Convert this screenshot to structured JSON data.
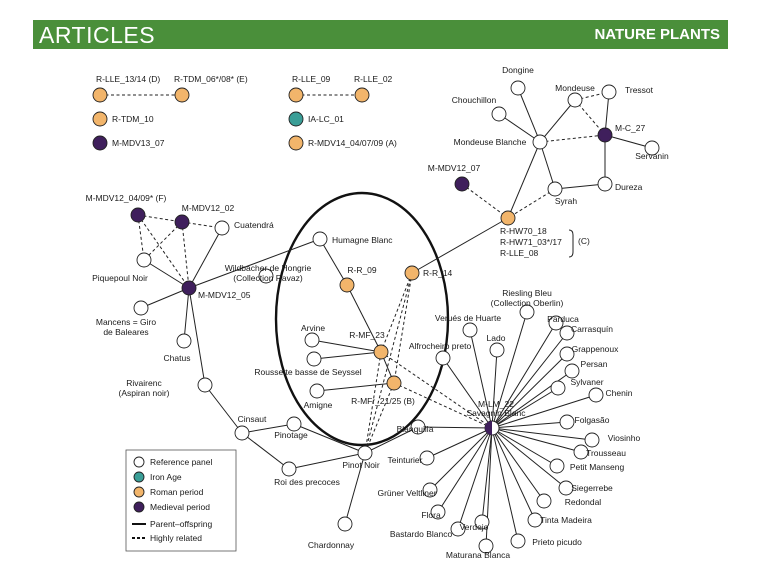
{
  "header": {
    "section": "ARTICLES",
    "journal": "NATURE PLANTS"
  },
  "colors": {
    "banner": "#4a8f3a",
    "reference": "#ffffff",
    "iron": "#3a9e97",
    "roman": "#f2b56b",
    "medieval": "#3f1f5c"
  },
  "legend": {
    "items": [
      {
        "type": "reference",
        "label": "Reference panel"
      },
      {
        "type": "iron",
        "label": "Iron Age"
      },
      {
        "type": "roman",
        "label": "Roman period"
      },
      {
        "type": "medieval",
        "label": "Medieval period"
      }
    ],
    "lines": [
      {
        "style": "solid",
        "label": "Parent–offspring"
      },
      {
        "style": "dashed",
        "label": "Highly related"
      }
    ]
  },
  "key": {
    "pairs": [
      {
        "a": "R-LLE_13/14 (D)",
        "b": "R-TDM_06*/08* (E)",
        "type": "roman"
      },
      {
        "a": "R-LLE_09",
        "b": "R-LLE_02",
        "type": "roman"
      }
    ],
    "singles": [
      {
        "label": "R-TDM_10",
        "type": "roman"
      },
      {
        "label": "M-MDV13_07",
        "type": "medieval"
      },
      {
        "label": "IA-LC_01",
        "type": "iron"
      },
      {
        "label": "R-MDV14_04/07/09 (A)",
        "type": "roman"
      }
    ]
  },
  "nodes": [
    {
      "id": "dongine",
      "label": "Dongine",
      "type": "reference"
    },
    {
      "id": "mondeuse",
      "label": "Mondeuse",
      "type": "reference"
    },
    {
      "id": "tressot",
      "label": "Tressot",
      "type": "reference"
    },
    {
      "id": "chouchillon",
      "label": "Chouchillon",
      "type": "reference"
    },
    {
      "id": "mc27",
      "label": "M-C_27",
      "type": "medieval"
    },
    {
      "id": "mondeuse_blanche",
      "label": "Mondeuse Blanche",
      "type": "reference"
    },
    {
      "id": "servanin",
      "label": "Servanin",
      "type": "reference"
    },
    {
      "id": "mmdv12_07",
      "label": "M-MDV12_07",
      "type": "medieval"
    },
    {
      "id": "dureza",
      "label": "Dureza",
      "type": "reference"
    },
    {
      "id": "syrah",
      "label": "Syrah",
      "type": "reference"
    },
    {
      "id": "rhw70",
      "label": "R-HW70_18",
      "type": "roman"
    },
    {
      "id": "rhw70_group",
      "label": "R-HW71_03*/17",
      "type": "group"
    },
    {
      "id": "rlle08",
      "label": "R-LLE_08",
      "type": "group"
    },
    {
      "id": "group_c",
      "label": "(C)",
      "type": "group"
    },
    {
      "id": "mmdv12_04",
      "label": "M-MDV12_04/09* (F)",
      "type": "medieval"
    },
    {
      "id": "mmdv12_02",
      "label": "M-MDV12_02",
      "type": "medieval"
    },
    {
      "id": "cuatendra",
      "label": "Cuatendrá",
      "type": "reference"
    },
    {
      "id": "piquepoul",
      "label": "Piquepoul Noir",
      "type": "reference"
    },
    {
      "id": "mmdv12_05",
      "label": "M-MDV12_05",
      "type": "medieval"
    },
    {
      "id": "mancens",
      "label": "Mancens = Giro de Baleares",
      "type": "reference"
    },
    {
      "id": "chatus",
      "label": "Chatus",
      "type": "reference"
    },
    {
      "id": "rivairenc",
      "label": "Rivairenc (Aspiran noir)",
      "type": "reference"
    },
    {
      "id": "cinsaut",
      "label": "Cinsaut",
      "type": "reference"
    },
    {
      "id": "pinotage",
      "label": "Pinotage",
      "type": "reference"
    },
    {
      "id": "roi",
      "label": "Roi des precoces",
      "type": "reference"
    },
    {
      "id": "pinot_noir",
      "label": "Pinot Noir",
      "type": "reference"
    },
    {
      "id": "chardonnay",
      "label": "Chardonnay",
      "type": "reference"
    },
    {
      "id": "humagne",
      "label": "Humagne Blanc",
      "type": "reference"
    },
    {
      "id": "wildbacher",
      "label": "Wildbacher de Hongrie (Collection Ravaz)",
      "type": "reference"
    },
    {
      "id": "rr09",
      "label": "R-R_09",
      "type": "roman"
    },
    {
      "id": "rr14",
      "label": "R-R_14",
      "type": "roman"
    },
    {
      "id": "arvine",
      "label": "Arvine",
      "type": "reference"
    },
    {
      "id": "rmf23",
      "label": "R-MF_23",
      "type": "roman"
    },
    {
      "id": "roussette",
      "label": "Roussette basse de Seyssel",
      "type": "reference"
    },
    {
      "id": "amigne",
      "label": "Amigne",
      "type": "reference"
    },
    {
      "id": "rmf21",
      "label": "R-MFr_21/25 (B)",
      "type": "roman"
    },
    {
      "id": "blanquilla",
      "label": "Blanquilla",
      "type": "reference"
    },
    {
      "id": "mlm22",
      "label": "M-LM_22",
      "type": "medieval"
    },
    {
      "id": "savagnin",
      "label": "Savagnin Blanc",
      "type": "reference"
    },
    {
      "id": "alfrocheiro",
      "label": "Alfrocheiro preto",
      "type": "reference"
    },
    {
      "id": "verues",
      "label": "Verués de Huarte",
      "type": "reference"
    },
    {
      "id": "lado",
      "label": "Lado",
      "type": "reference"
    },
    {
      "id": "riesling",
      "label": "Riesling Bleu (Collection Oberlin)",
      "type": "reference"
    },
    {
      "id": "parduca",
      "label": "Parduca",
      "type": "reference"
    },
    {
      "id": "carrasquin",
      "label": "Carrasquín",
      "type": "reference"
    },
    {
      "id": "grappenoux",
      "label": "Grappenoux",
      "type": "reference"
    },
    {
      "id": "persan",
      "label": "Persan",
      "type": "reference"
    },
    {
      "id": "sylvaner",
      "label": "Sylvaner",
      "type": "reference"
    },
    {
      "id": "chenin",
      "label": "Chenin",
      "type": "reference"
    },
    {
      "id": "folgasao",
      "label": "Folgasão",
      "type": "reference"
    },
    {
      "id": "viosinho",
      "label": "Viosinho",
      "type": "reference"
    },
    {
      "id": "trousseau",
      "label": "Trousseau",
      "type": "reference"
    },
    {
      "id": "petit_manseng",
      "label": "Petit Manseng",
      "type": "reference"
    },
    {
      "id": "siegerrebe",
      "label": "Siegerrebe",
      "type": "reference"
    },
    {
      "id": "redondal",
      "label": "Redondal",
      "type": "reference"
    },
    {
      "id": "tinta_madeira",
      "label": "Tinta Madeira",
      "type": "reference"
    },
    {
      "id": "prieto",
      "label": "Prieto picudo",
      "type": "reference"
    },
    {
      "id": "maturana",
      "label": "Maturana Blanca",
      "type": "reference"
    },
    {
      "id": "verdejo",
      "label": "Verdejo",
      "type": "reference"
    },
    {
      "id": "bastardo",
      "label": "Bastardo Blanco",
      "type": "reference"
    },
    {
      "id": "flora",
      "label": "Flora",
      "type": "reference"
    },
    {
      "id": "gruner",
      "label": "Grüner Veltliner",
      "type": "reference"
    },
    {
      "id": "teinturier",
      "label": "Teinturier",
      "type": "reference"
    }
  ],
  "edges": [
    {
      "from": "dongine",
      "to": "mondeuse_blanche",
      "style": "solid"
    },
    {
      "from": "mondeuse",
      "to": "mondeuse_blanche",
      "style": "solid"
    },
    {
      "from": "chouchillon",
      "to": "mondeuse_blanche",
      "style": "solid"
    },
    {
      "from": "mondeuse",
      "to": "tressot",
      "style": "dashed"
    },
    {
      "from": "mondeuse",
      "to": "mc27",
      "style": "dashed"
    },
    {
      "from": "tressot",
      "to": "mc27",
      "style": "solid"
    },
    {
      "from": "mondeuse_blanche",
      "to": "mc27",
      "style": "dashed"
    },
    {
      "from": "mc27",
      "to": "servanin",
      "style": "solid"
    },
    {
      "from": "mc27",
      "to": "dureza",
      "style": "solid"
    },
    {
      "from": "mondeuse_blanche",
      "to": "syrah",
      "style": "solid"
    },
    {
      "from": "dureza",
      "to": "syrah",
      "style": "solid"
    },
    {
      "from": "mondeuse_blanche",
      "to": "rhw70",
      "style": "solid"
    },
    {
      "from": "mmdv12_07",
      "to": "rhw70",
      "style": "dashed"
    },
    {
      "from": "syrah",
      "to": "rhw70",
      "style": "dashed"
    },
    {
      "from": "rhw70",
      "to": "rr14",
      "style": "solid"
    },
    {
      "from": "mmdv12_04",
      "to": "mmdv12_02",
      "style": "dashed"
    },
    {
      "from": "mmdv12_02",
      "to": "cuatendra",
      "style": "dashed"
    },
    {
      "from": "mmdv12_04",
      "to": "piquepoul",
      "style": "dashed"
    },
    {
      "from": "mmdv12_02",
      "to": "piquepoul",
      "style": "dashed"
    },
    {
      "from": "mmdv12_04",
      "to": "mmdv12_05",
      "style": "dashed"
    },
    {
      "from": "mmdv12_02",
      "to": "mmdv12_05",
      "style": "dashed"
    },
    {
      "from": "cuatendra",
      "to": "mmdv12_05",
      "style": "solid"
    },
    {
      "from": "piquepoul",
      "to": "mmdv12_05",
      "style": "solid"
    },
    {
      "from": "mancens",
      "to": "mmdv12_05",
      "style": "solid"
    },
    {
      "from": "chatus",
      "to": "mmdv12_05",
      "style": "solid"
    },
    {
      "from": "humagne",
      "to": "mmdv12_05",
      "style": "solid"
    },
    {
      "from": "mmdv12_05",
      "to": "rivairenc",
      "style": "solid"
    },
    {
      "from": "rivairenc",
      "to": "cinsaut",
      "style": "solid"
    },
    {
      "from": "cinsaut",
      "to": "pinotage",
      "style": "solid"
    },
    {
      "from": "cinsaut",
      "to": "roi",
      "style": "solid"
    },
    {
      "from": "roi",
      "to": "pinot_noir",
      "style": "solid"
    },
    {
      "from": "pinotage",
      "to": "pinot_noir",
      "style": "solid"
    },
    {
      "from": "pinot_noir",
      "to": "chardonnay",
      "style": "solid"
    },
    {
      "from": "pinot_noir",
      "to": "blanquilla",
      "style": "solid"
    },
    {
      "from": "humagne",
      "to": "rr09",
      "style": "solid"
    },
    {
      "from": "rr09",
      "to": "rmf23",
      "style": "solid"
    },
    {
      "from": "rr14",
      "to": "rmf23",
      "style": "dashed"
    },
    {
      "from": "rr14",
      "to": "pinot_noir",
      "style": "dashed"
    },
    {
      "from": "rr14",
      "to": "rmf21",
      "style": "dashed"
    },
    {
      "from": "arvine",
      "to": "rmf23",
      "style": "solid"
    },
    {
      "from": "roussette",
      "to": "rmf23",
      "style": "solid"
    },
    {
      "from": "rmf23",
      "to": "rmf21",
      "style": "solid"
    },
    {
      "from": "amigne",
      "to": "rmf21",
      "style": "solid"
    },
    {
      "from": "rmf23",
      "to": "pinot_noir",
      "style": "dashed"
    },
    {
      "from": "rmf21",
      "to": "pinot_noir",
      "style": "dashed"
    },
    {
      "from": "rmf23",
      "to": "mlm22",
      "style": "dashed"
    },
    {
      "from": "rmf21",
      "to": "mlm22",
      "style": "dashed"
    },
    {
      "from": "alfrocheiro",
      "to": "mlm22",
      "style": "solid"
    },
    {
      "from": "verues",
      "to": "mlm22",
      "style": "solid"
    },
    {
      "from": "lado",
      "to": "mlm22",
      "style": "solid"
    },
    {
      "from": "riesling",
      "to": "mlm22",
      "style": "solid"
    },
    {
      "from": "parduca",
      "to": "mlm22",
      "style": "solid"
    },
    {
      "from": "carrasquin",
      "to": "mlm22",
      "style": "solid"
    },
    {
      "from": "grappenoux",
      "to": "mlm22",
      "style": "solid"
    },
    {
      "from": "persan",
      "to": "mlm22",
      "style": "solid"
    },
    {
      "from": "sylvaner",
      "to": "mlm22",
      "style": "solid"
    },
    {
      "from": "chenin",
      "to": "mlm22",
      "style": "solid"
    },
    {
      "from": "folgasao",
      "to": "mlm22",
      "style": "solid"
    },
    {
      "from": "viosinho",
      "to": "mlm22",
      "style": "solid"
    },
    {
      "from": "trousseau",
      "to": "mlm22",
      "style": "solid"
    },
    {
      "from": "petit_manseng",
      "to": "mlm22",
      "style": "solid"
    },
    {
      "from": "siegerrebe",
      "to": "mlm22",
      "style": "solid"
    },
    {
      "from": "redondal",
      "to": "mlm22",
      "style": "solid"
    },
    {
      "from": "tinta_madeira",
      "to": "mlm22",
      "style": "solid"
    },
    {
      "from": "prieto",
      "to": "mlm22",
      "style": "solid"
    },
    {
      "from": "maturana",
      "to": "mlm22",
      "style": "solid"
    },
    {
      "from": "verdejo",
      "to": "mlm22",
      "style": "solid"
    },
    {
      "from": "bastardo",
      "to": "mlm22",
      "style": "solid"
    },
    {
      "from": "flora",
      "to": "mlm22",
      "style": "solid"
    },
    {
      "from": "gruner",
      "to": "mlm22",
      "style": "solid"
    },
    {
      "from": "teinturier",
      "to": "mlm22",
      "style": "solid"
    },
    {
      "from": "blanquilla",
      "to": "mlm22",
      "style": "solid"
    }
  ]
}
